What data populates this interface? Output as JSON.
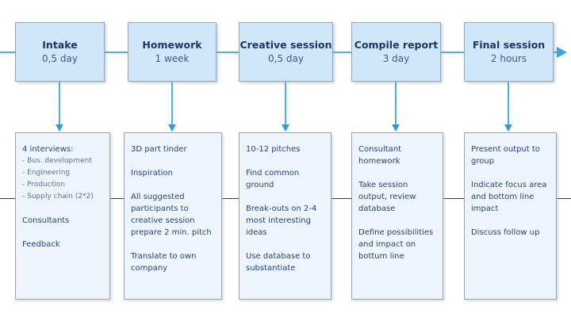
{
  "palette": {
    "stage_box_fill": "#cfe7f9",
    "detail_box_fill": "#edf4fb",
    "connector_cyan": "#4ab3e2",
    "connector_dark": "#3c3c3c",
    "text_navy": "#1d3763"
  },
  "icons": {
    "timeline_end": "arrow-right-icon",
    "stage_to_detail": "arrow-down-icon"
  },
  "stages": [
    {
      "title": "Intake",
      "duration": "0,5 day",
      "notes": [
        "4 interviews:",
        "- Bus. development",
        "- Engineering",
        "- Production",
        "- Supply chain (2*2)",
        "Consultants",
        "Feedback"
      ]
    },
    {
      "title": "Homework",
      "duration": "1 week",
      "notes": [
        "3D part tinder",
        "Inspiration",
        "All suggested participants to creative session prepare 2 min. pitch",
        "Translate to own company"
      ]
    },
    {
      "title": "Creative session",
      "duration": "0,5 day",
      "notes": [
        "10-12 pitches",
        "Find common ground",
        "Break-outs on 2-4 most interesting ideas",
        "Use database to substantiate"
      ]
    },
    {
      "title": "Compile report",
      "duration": "3 day",
      "notes": [
        "Consultant homework",
        "Take session output, review database",
        "Define possibilities and impact on bottum line"
      ]
    },
    {
      "title": "Final session",
      "duration": "2 hours",
      "notes": [
        "Present output to group",
        "Indicate focus area and bottom line impact",
        "Discuss follow up"
      ]
    }
  ]
}
